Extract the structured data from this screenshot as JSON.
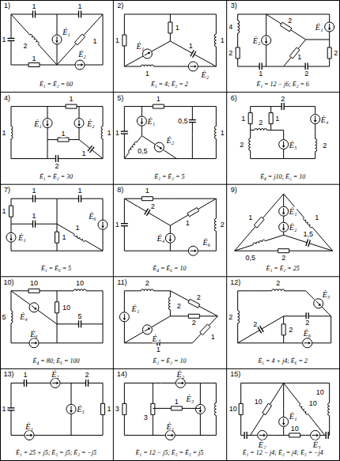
{
  "diagram": {
    "labels": [
      "1)",
      "1",
      "1",
      "1",
      "2",
      "Ė₁",
      "1",
      "1",
      "Ė₂",
      "Ė₁ = Ė₂ = 60",
      "2)",
      "1",
      "1",
      "1",
      "Ė₁",
      "1",
      "1",
      "Ė₂",
      "Ė₁ = 4; Ė₂ = 2",
      "3)",
      "4",
      "2",
      "Ė₂",
      "Ė₁",
      "2",
      "2",
      "1",
      "2",
      "1",
      "Ė₁ = 12 − j6; Ė₂ = 6",
      "4)",
      "1",
      "1",
      "Ė₁",
      "Ė₂",
      "1",
      "1",
      "1",
      "2",
      "Ė₁ = Ė₂ = 30",
      "5)",
      "1",
      "1",
      "0,5",
      "Ė₁",
      "Ė₂",
      "0,5",
      "1",
      "Ė₁ = Ė₂ = 5",
      "6)",
      "2",
      "1",
      "2",
      "1",
      "2",
      "2",
      "Ė₄",
      "Ė₅",
      "Ė₄ = j10; Ė₅ = 10",
      "7)",
      "1",
      "1",
      "1",
      "1",
      "1",
      "1",
      "Ė₁",
      "Ė₆",
      "Ė₁ = Ė₆ = 5",
      "8)",
      "1",
      "1",
      "2",
      "2",
      "1",
      "Ė₄",
      "Ė₆",
      "Ė₄ = Ė₆ = 10",
      "9)",
      "1",
      "Ė₁",
      "1",
      "Ė₂",
      "0,5",
      "1,5",
      "2",
      "Ė₁ = Ė₂ = 25",
      "10)",
      "10",
      "10",
      "10",
      "5",
      "5",
      "Ė₄",
      "Ė₆",
      "Ė₄ = 80; Ė₆ = 100",
      "11)",
      "2",
      "2",
      "2",
      "2",
      "Ė₁",
      "Ė₂",
      "1",
      "1",
      "Ė₁ = Ė₂ = 10",
      "12)",
      "2",
      "2",
      "2",
      "2",
      "2",
      "Ė₅",
      "Ė₆",
      "Ė₅ = 4 + j4; Ė₆ = 2",
      "13)",
      "1",
      "Ė₂",
      "2",
      "1",
      "Ė₃",
      "1",
      "Ė₁",
      "Ė₁ = 25 + j5; Ė₃ = j5; Ė₂ = −j5",
      "14)",
      "3",
      "3",
      "Ė₂",
      "Ė₃",
      "1",
      "Ė₁",
      "Ė₁ = 12 − j5; Ė₂ = Ė₃ = j5",
      "15)",
      "10",
      "10",
      "10",
      "10",
      "Ė₂",
      "10",
      "Ė₃",
      "Ė₁",
      "Ė₁ = 12 − j4; Ė₂ = j4; Ė₃ = −j4"
    ]
  }
}
